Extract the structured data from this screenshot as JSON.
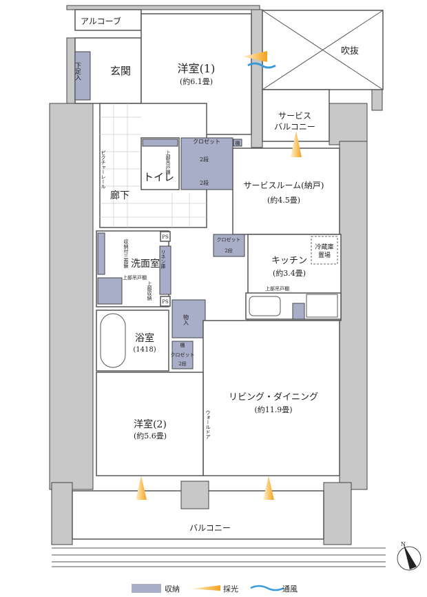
{
  "rooms": {
    "alcove": "アルコーブ",
    "shoe": "下足入",
    "entrance": "玄関",
    "western1": "洋室(1)",
    "western1_size": "(約6.1畳)",
    "atrium": "吹抜",
    "service_balcony_1": "サービス",
    "service_balcony_2": "バルコニー",
    "closet": "クロゼット",
    "shelf": "棚",
    "two_tier": "2段",
    "toilet": "トイレ",
    "toilet_cabinet": "上部吊戸棚",
    "picture_rail": "ピクチャーレール",
    "hallway": "廊下",
    "service_room": "サービスルーム(納戸)",
    "service_room_size": "(約4.5畳)",
    "ps": "PS",
    "wash": "洗面室",
    "mirror": "収納付三面鏡",
    "upper_cabinet": "上部吊戸棚",
    "linen": "リネン庫",
    "upper_storage": "上部収納",
    "kitchen": "キッチン",
    "kitchen_size": "(約3.4畳)",
    "fridge_1": "冷蔵庫",
    "fridge_2": "置場",
    "kitchen_cabinet": "上部吊戸棚",
    "storage": "物入",
    "bath": "浴室",
    "bath_size": "(1418)",
    "living": "リビング・ダイニング",
    "living_size": "(約11.9畳)",
    "wall_door": "ウォールドア",
    "western2": "洋室(2)",
    "western2_size": "(約5.6畳)",
    "balcony": "バルコニー"
  },
  "legend": {
    "storage": "収納",
    "light": "採光",
    "wind": "通風"
  },
  "compass": "N",
  "colors": {
    "storage": "#a9aec8",
    "light": "#f4a21e",
    "wind": "#3a9ad9"
  }
}
